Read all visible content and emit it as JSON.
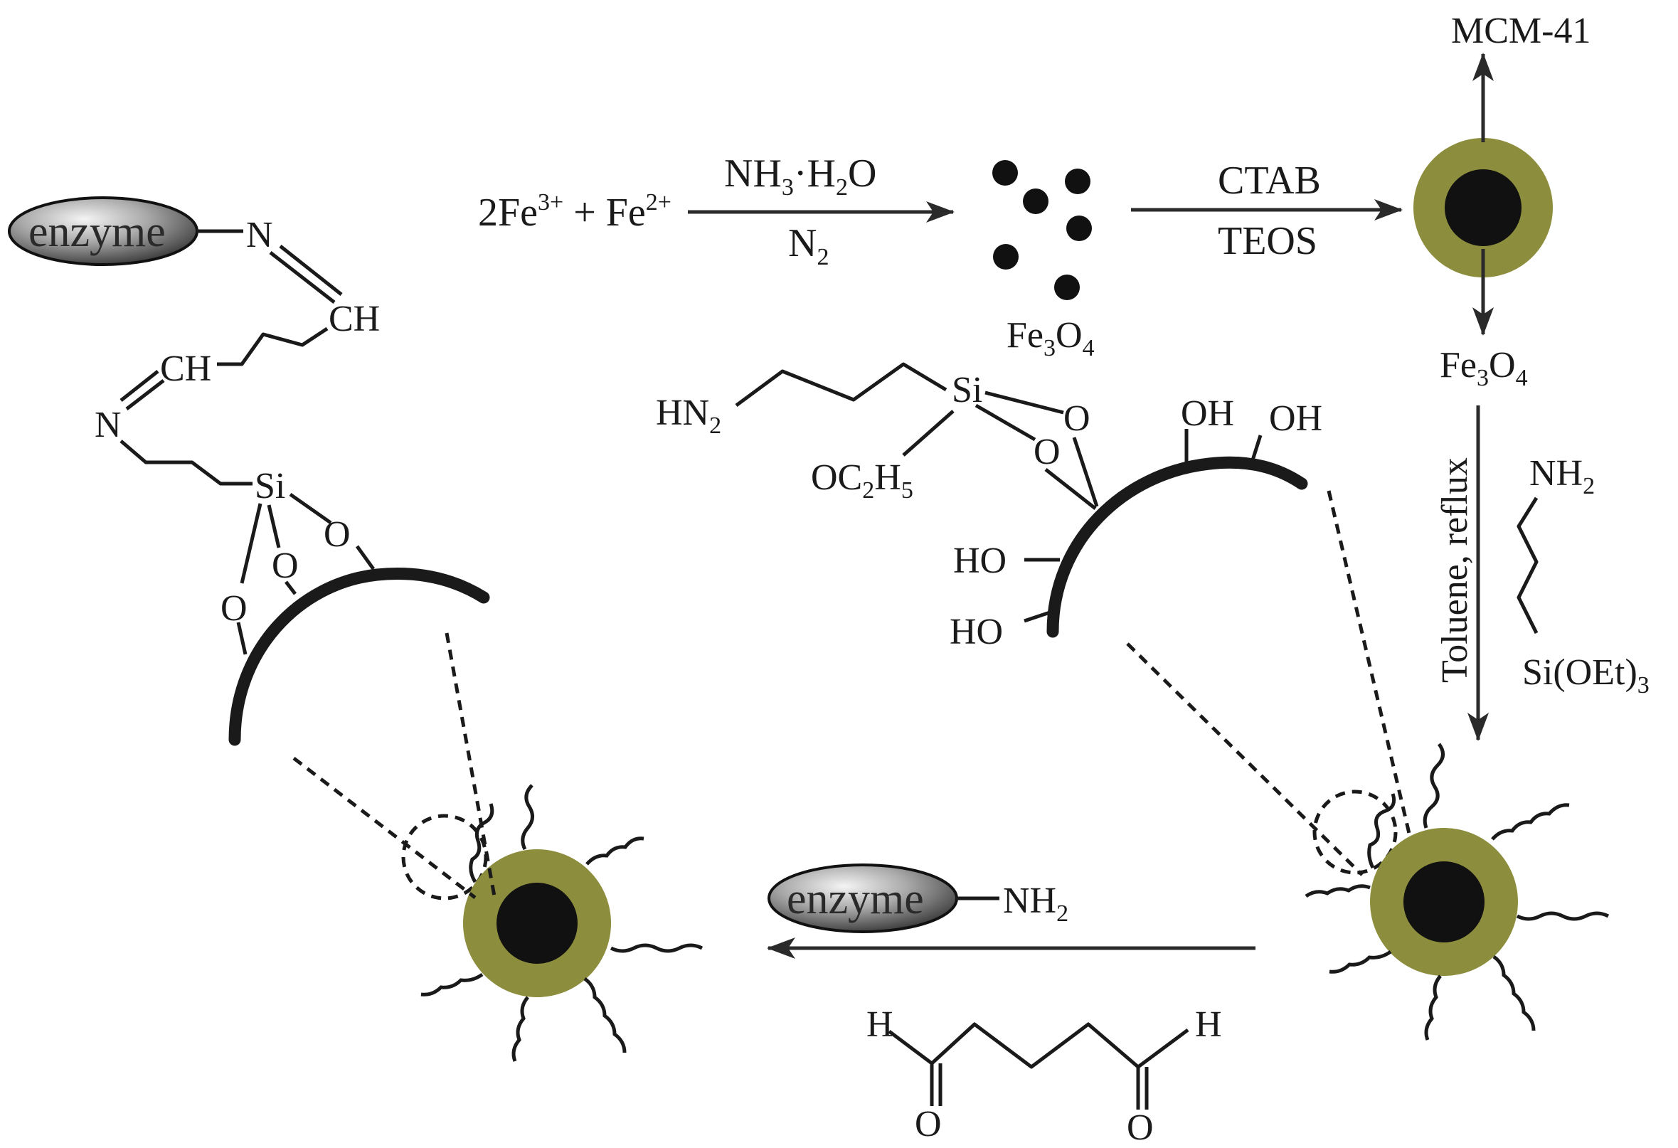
{
  "colors": {
    "shell": "#8d8d3e",
    "core": "#111111",
    "ink": "#1a1a1a"
  },
  "reactants": {
    "fe3_base": "2Fe",
    "fe3_charge": "3+",
    "plus": " + ",
    "fe2_base": "Fe",
    "fe2_charge": "2+"
  },
  "step1": {
    "above_main": "NH",
    "above_sub": "3",
    "above_rest": "·H",
    "above_sub2": "2",
    "above_end": "O",
    "below_main": "N",
    "below_sub": "2"
  },
  "step2": {
    "above": "CTAB",
    "below": "TEOS"
  },
  "mcm_label": "MCM-41",
  "fe3o4": {
    "a": "Fe",
    "s1": "3",
    "b": "O",
    "s2": "4"
  },
  "step3": {
    "condition": "Toluene, reflux"
  },
  "aptes": {
    "nh": "NH",
    "nh_sub": "2",
    "si": "Si(OEt)",
    "si_sub": "3"
  },
  "middle_structure": {
    "hn": "HN",
    "hn_sub": "2",
    "si": "Si",
    "o": "O",
    "oc": "OC",
    "oc_sub1": "2",
    "oc_h": "H",
    "oc_sub2": "5",
    "oh": "OH",
    "ho": "HO"
  },
  "step4": {
    "enzyme": "enzyme",
    "nh": "NH",
    "nh_sub": "2",
    "h": "H",
    "o": "O"
  },
  "left_structure": {
    "enzyme": "enzyme",
    "n": "N",
    "ch": "CH",
    "si": "Si",
    "o": "O"
  }
}
